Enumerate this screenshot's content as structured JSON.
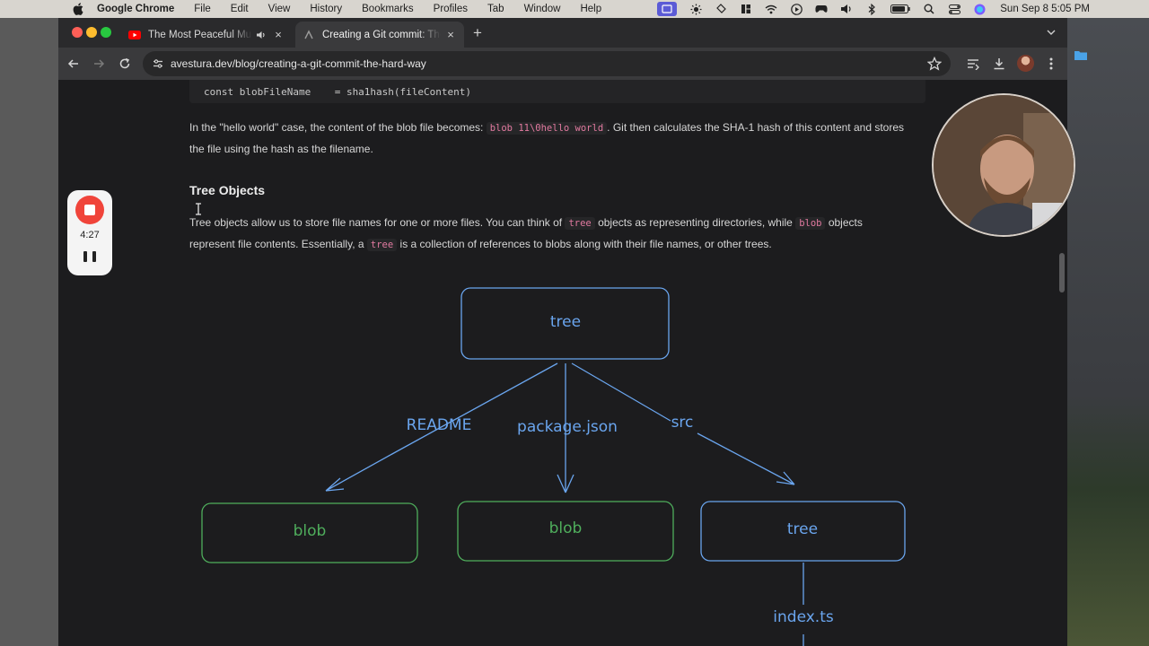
{
  "menubar": {
    "app_name": "Google Chrome",
    "items": [
      "File",
      "Edit",
      "View",
      "History",
      "Bookmarks",
      "Profiles",
      "Tab",
      "Window",
      "Help"
    ],
    "clock": "Sun Sep 8  5:05 PM"
  },
  "tabs": [
    {
      "title": "The Most Peaceful Music",
      "active": false
    },
    {
      "title": "Creating a Git commit: The Hard Way",
      "active": true
    }
  ],
  "toolbar": {
    "url": "avestura.dev/blog/creating-a-git-commit-the-hard-way"
  },
  "article": {
    "code_line": "const blobFileName    = sha1hash(fileContent)",
    "p1_a": "In the \"hello world\" case, the content of the blob file becomes: ",
    "p1_code": "blob 11\\0hello world",
    "p1_b": ". Git then calculates the SHA-1 hash of this content and stores the file using the hash as the filename.",
    "heading": "Tree Objects",
    "p2_a": "Tree objects allow us to store file names for one or more files. You can think of ",
    "p2_code1": "tree",
    "p2_b": " objects as representing directories, while ",
    "p2_code2": "blob",
    "p2_c": " objects represent file contents. Essentially, a ",
    "p2_code3": "tree",
    "p2_d": " is a collection of references to blobs along with their file names, or other trees."
  },
  "diagram": {
    "root": "tree",
    "edges": [
      "README",
      "package.json",
      "src"
    ],
    "children": [
      "blob",
      "blob",
      "tree"
    ],
    "sub_edge": "index.ts",
    "colors": {
      "tree": "#6aa5ee",
      "blob": "#4fae5c"
    }
  },
  "recorder": {
    "elapsed": "4:27"
  }
}
